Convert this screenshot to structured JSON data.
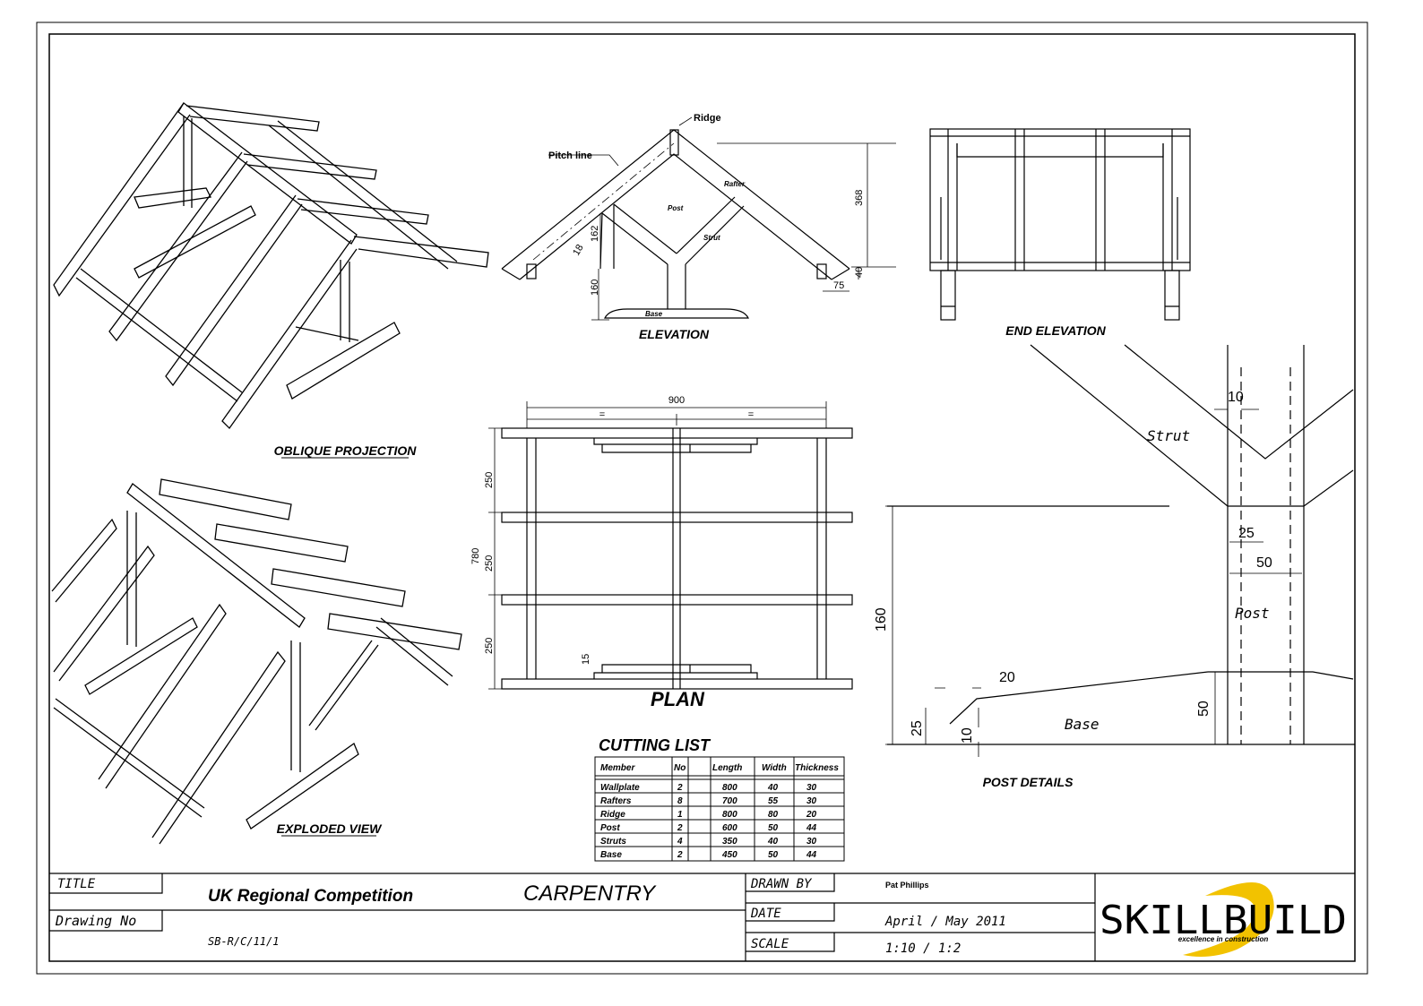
{
  "views": {
    "oblique": "OBLIQUE PROJECTION",
    "exploded": "EXPLODED VIEW",
    "elevation": "ELEVATION",
    "end_elevation": "END ELEVATION",
    "plan": "PLAN",
    "post_details": "POST DETAILS",
    "cutting_list": "CUTTING LIST"
  },
  "elevation_labels": {
    "ridge": "Ridge",
    "pitch_line": "Pitch line",
    "rafter": "Rafter",
    "post": "Post",
    "strut": "Strut",
    "base": "Base",
    "d368": "368",
    "d162": "162",
    "d160": "160",
    "d18": "18",
    "d40": "40",
    "d75": "75"
  },
  "plan_labels": {
    "d900": "900",
    "eq1": "=",
    "eq2": "=",
    "d780": "780",
    "d250a": "250",
    "d250b": "250",
    "d250c": "250",
    "d15": "15"
  },
  "post_detail_labels": {
    "strut": "Strut",
    "post": "Post",
    "base": "Base",
    "d10a": "10",
    "d25a": "25",
    "d50a": "50",
    "d160": "160",
    "d20": "20",
    "d25b": "25",
    "d10b": "10",
    "d50b": "50"
  },
  "cutting_list": {
    "headers": [
      "Member",
      "No",
      "Length",
      "Width",
      "Thickness"
    ],
    "rows": [
      [
        "Wallplate",
        "2",
        "800",
        "40",
        "30"
      ],
      [
        "Rafters",
        "8",
        "700",
        "55",
        "30"
      ],
      [
        "Ridge",
        "1",
        "800",
        "80",
        "20"
      ],
      [
        "Post",
        "2",
        "600",
        "50",
        "44"
      ],
      [
        "Struts",
        "4",
        "350",
        "40",
        "30"
      ],
      [
        "Base",
        "2",
        "450",
        "50",
        "44"
      ]
    ]
  },
  "title_block": {
    "title_label": "TITLE",
    "title_value": "UK Regional Competition",
    "subject": "CARPENTRY",
    "drawing_no_label": "Drawing No",
    "drawing_no": "SB-R/C/11/1",
    "drawn_by_label": "DRAWN BY",
    "drawn_by": "Pat Phillips",
    "date_label": "DATE",
    "date": "April / May 2011",
    "scale_label": "SCALE",
    "scale": "1:10 / 1:2",
    "logo_text": "SKILLBUILD",
    "logo_tagline": "excellence in construction",
    "logo_accent": "#f2c200"
  }
}
